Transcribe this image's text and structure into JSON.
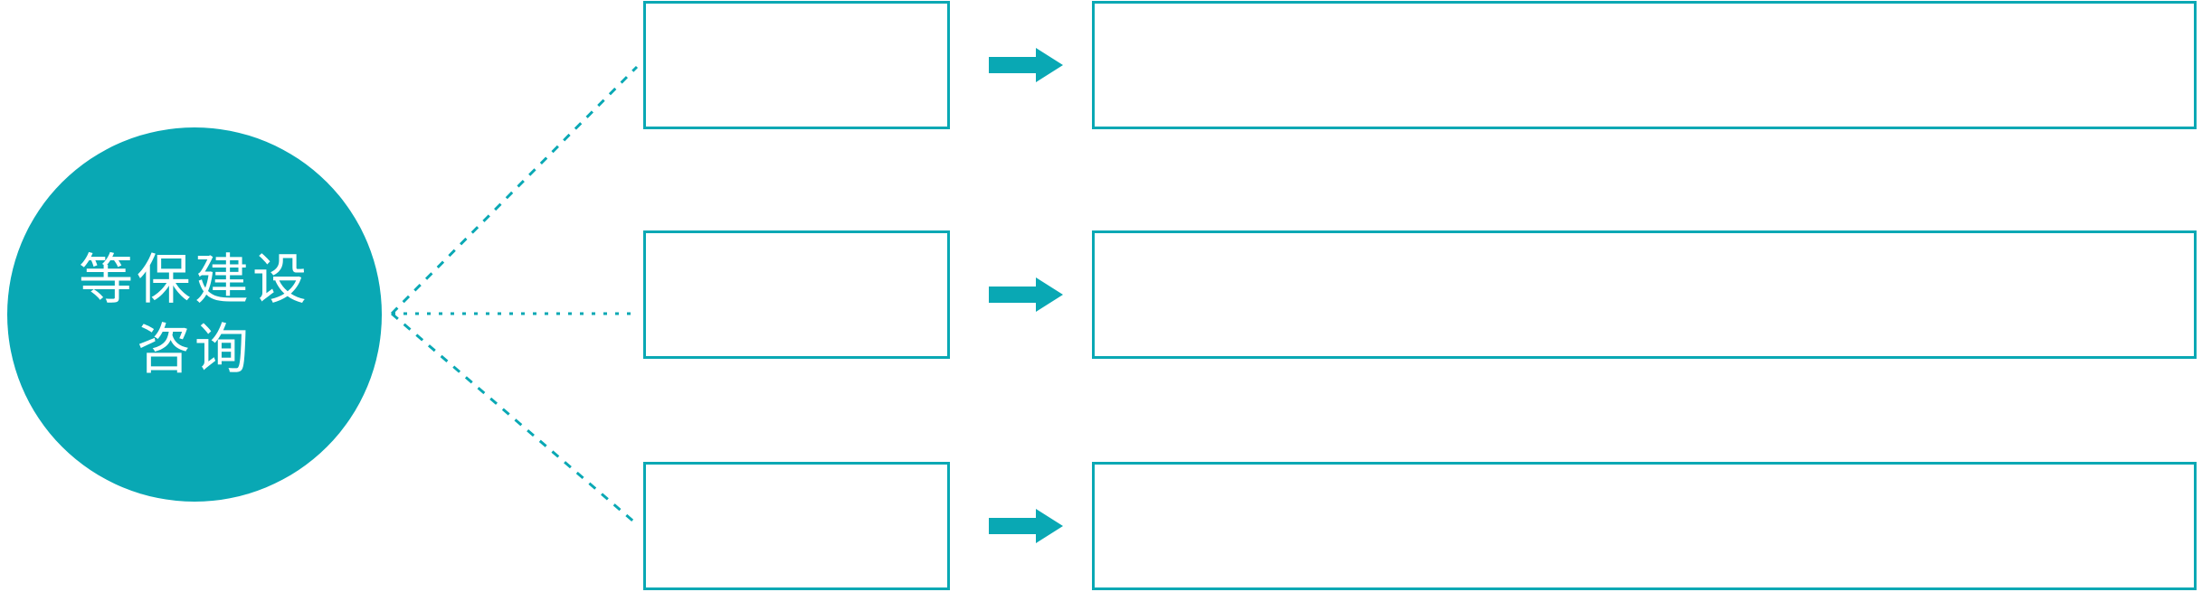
{
  "colors": {
    "accent": "#09a8b4",
    "box_bg": "#ffffff",
    "hub_text": "#ffffff"
  },
  "hub": {
    "label_line1": "等保建设",
    "label_line2": "咨询"
  },
  "rows": [
    {
      "step_label": "",
      "detail_label": ""
    },
    {
      "step_label": "",
      "detail_label": ""
    },
    {
      "step_label": "",
      "detail_label": ""
    }
  ],
  "icons": {
    "arrow": "right-block-arrow-icon",
    "connectors": [
      "dashed-line-up",
      "dotted-line-horizontal",
      "dashed-line-down"
    ]
  }
}
